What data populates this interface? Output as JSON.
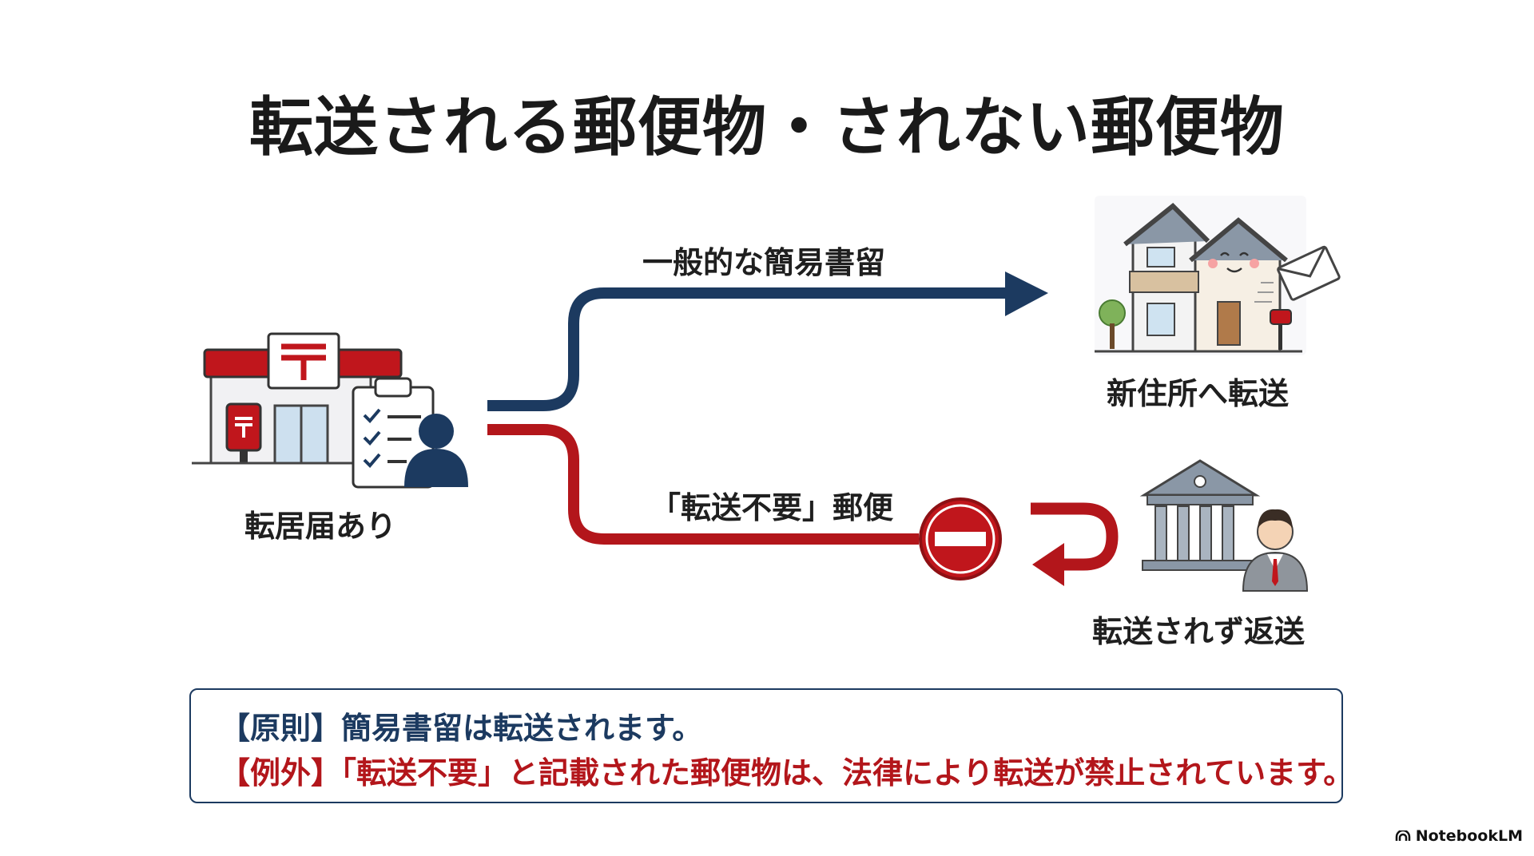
{
  "title": "転送される郵便物・されない郵便物",
  "post_office": {
    "label": "転居届あり"
  },
  "top_route": {
    "label": "一般的な簡易書留",
    "color": "#1c3a60"
  },
  "bottom_route": {
    "label": "「転送不要」郵便",
    "color": "#b3161b"
  },
  "destination_forwarded": {
    "label": "新住所へ転送"
  },
  "destination_returned": {
    "label": "転送されず返送"
  },
  "note": {
    "principle": "【原則】簡易書留は転送されます。",
    "exception": "【例外】「転送不要」と記載された郵便物は、法律により転送が禁止されています。"
  },
  "brand": {
    "name": "NotebookLM"
  }
}
